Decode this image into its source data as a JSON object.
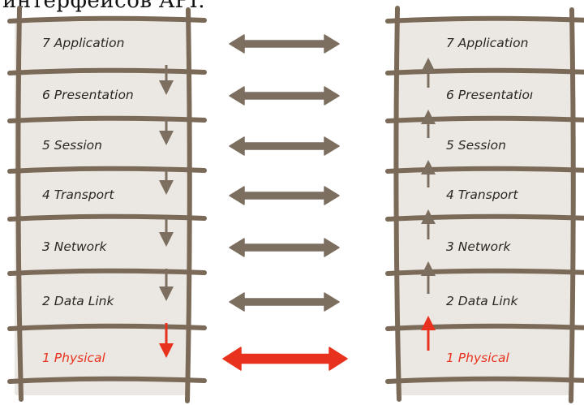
{
  "header": {
    "text": "интерфейсов API."
  },
  "colors": {
    "frame": "#7b6a58",
    "panel": "#ebe8e3",
    "arrow": "#7d6f60",
    "physical": "#e8321e",
    "label": "#2a2622"
  },
  "stacks": {
    "left": {
      "direction": "down",
      "layers": [
        "7 Application",
        "6 Presentation",
        "5 Session",
        "4 Transport",
        "3 Network",
        "2 Data Link",
        "1 Physical"
      ]
    },
    "right": {
      "direction": "up",
      "layers": [
        "7 Application",
        "6 Presentatioı",
        "5 Session",
        "4 Transport",
        "3 Network",
        "2 Data Link",
        "1 Physical"
      ]
    }
  },
  "connections": [
    "Application",
    "Presentation",
    "Session",
    "Transport",
    "Network",
    "Data Link",
    "Physical"
  ]
}
